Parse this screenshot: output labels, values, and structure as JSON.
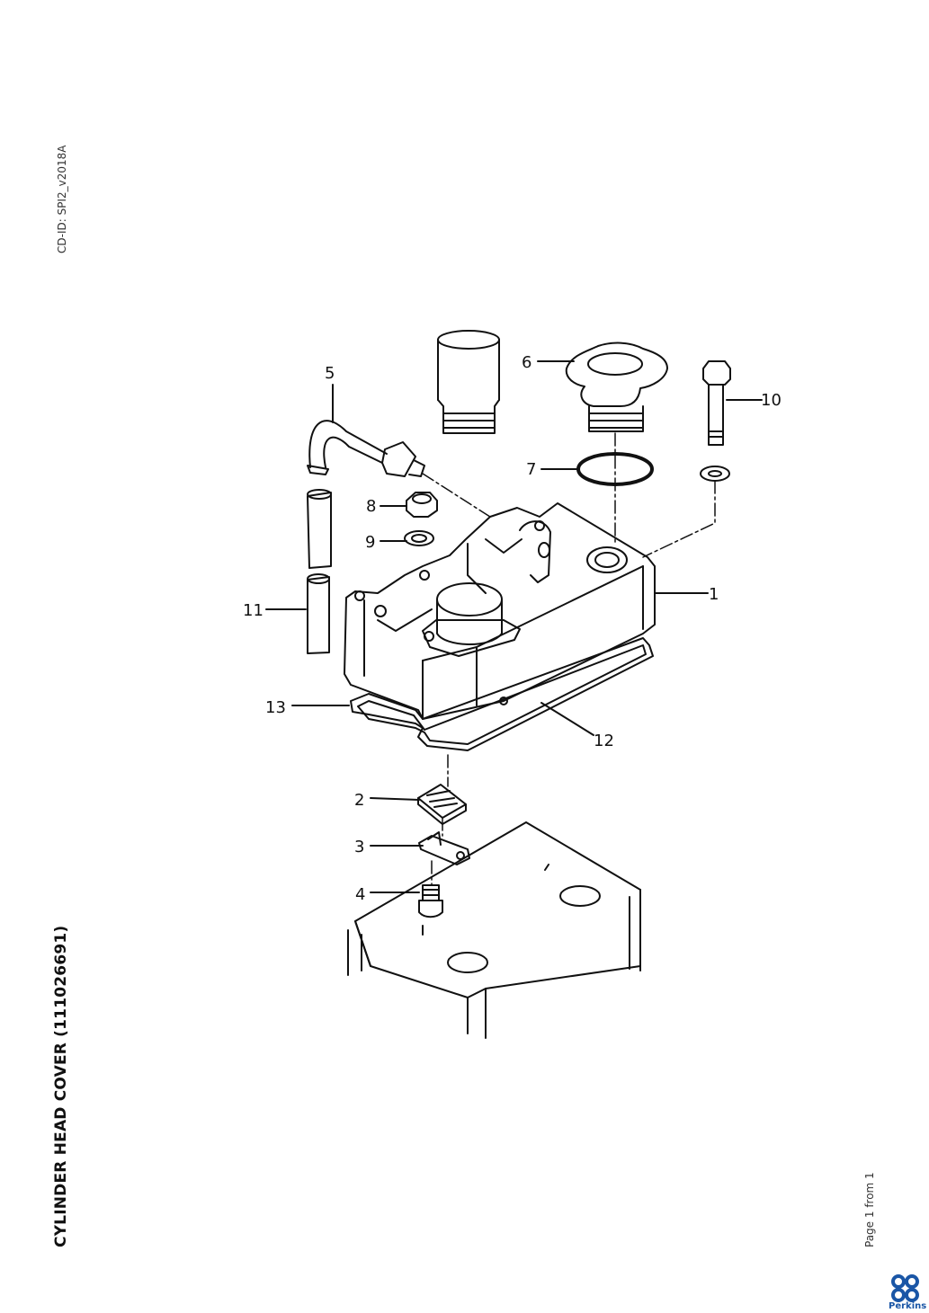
{
  "document": {
    "cd_id": "CD-ID: SPI2_v2018A",
    "title": "CYLINDER HEAD COVER (111026691)",
    "page_info": "Page 1 from 1"
  },
  "brand": {
    "name": "Perkins",
    "color": "#1a56a6"
  },
  "callouts": [
    "1",
    "2",
    "3",
    "4",
    "5",
    "6",
    "7",
    "8",
    "9",
    "10",
    "11",
    "12",
    "13"
  ]
}
